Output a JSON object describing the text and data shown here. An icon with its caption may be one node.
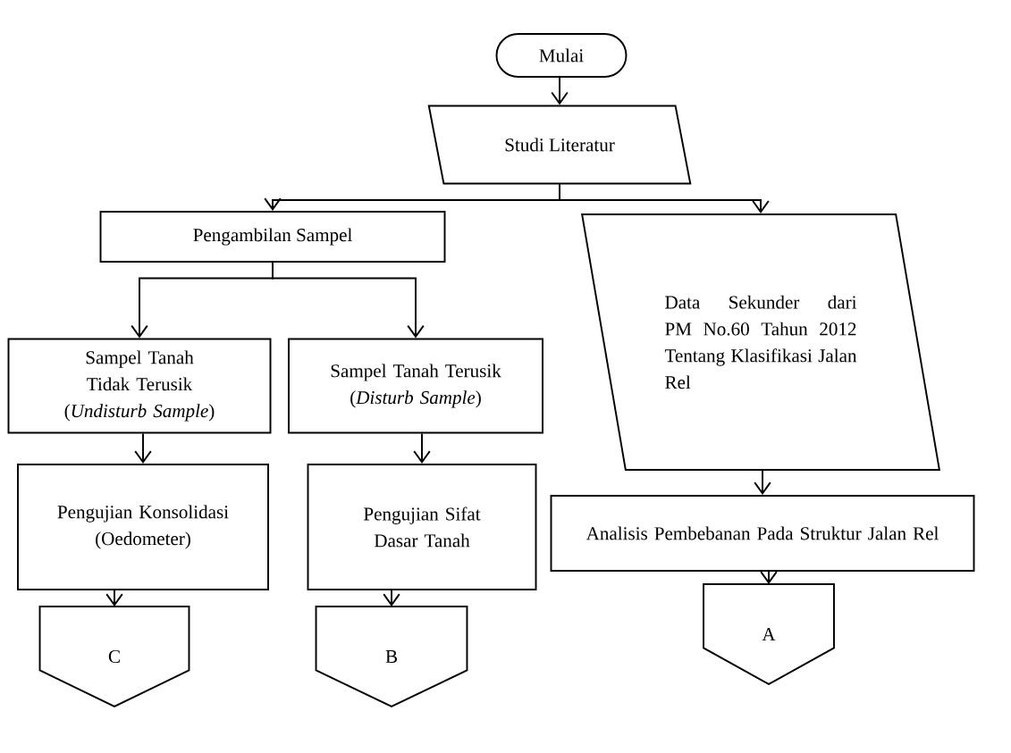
{
  "diagram": {
    "nodes": [
      {
        "text": [
          "Mulai"
        ]
      },
      {
        "text": [
          "Studi Literatur"
        ]
      },
      {
        "text": [
          "Pengambilan Sampel"
        ]
      },
      {
        "text": [
          "Data Sekunder dari PM No.60 Tahun 2012 Tentang Klasifikasi Jalan Rel"
        ]
      },
      {
        "text": [
          "Sampel Tanah Tidak Terusik (*Undisturb Sample*)"
        ]
      },
      {
        "text": [
          "Sampel Tanah Terusik (*Disturb Sample*)"
        ]
      },
      {
        "text": [
          "Pengujian Konsolidasi (Oedometer)"
        ]
      },
      {
        "text": [
          "Pengujian Sifat Dasar Tanah"
        ]
      },
      {
        "text": [
          "Analisis Pembebanan Pada Struktur Jalan Rel"
        ]
      },
      {
        "text": [
          "C"
        ]
      },
      {
        "text": [
          "B"
        ]
      },
      {
        "text": [
          "A"
        ]
      }
    ],
    "edges": [
      {
        "from": 0,
        "to": 1,
        "arrow": "to"
      },
      {
        "from": 1,
        "to": 2,
        "arrow": "to"
      },
      {
        "from": 1,
        "to": 3,
        "arrow": "to"
      },
      {
        "from": 2,
        "to": 4,
        "arrow": "to"
      },
      {
        "from": 2,
        "to": 5,
        "arrow": "to"
      },
      {
        "from": 3,
        "to": 8,
        "arrow": "to"
      },
      {
        "from": 4,
        "to": 6,
        "arrow": "to"
      },
      {
        "from": 5,
        "to": 7,
        "arrow": "to"
      },
      {
        "from": 6,
        "to": 9,
        "arrow": "to"
      },
      {
        "from": 7,
        "to": 10,
        "arrow": "to"
      },
      {
        "from": 8,
        "to": 11,
        "arrow": "to"
      }
    ]
  }
}
